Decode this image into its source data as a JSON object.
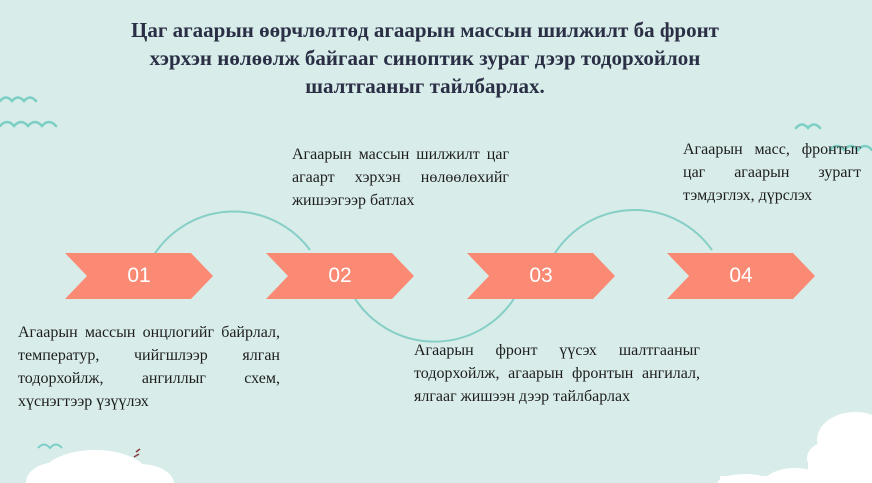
{
  "slide": {
    "title_lines": [
      "Цаг агаарын өөрчлөлтөд агаарын массын шилжилт ба  фронт",
      "хэрхэн нөлөөлж байгааг синоптик зураг дээр тодорхойлон",
      "шалтгааныг  тайлбарлах."
    ],
    "steps": [
      {
        "number": "01",
        "text": "Агаарын массын онцлогийг байрлал, температур, чийгшлээр ялган тодорхойлж, ангиллыг схем, хүснэгтээр үзүүлэх"
      },
      {
        "number": "02",
        "text": "Агаарын массын шилжилт цаг агаарт хэрхэн нөлөөлөхийг жишээгээр батлах"
      },
      {
        "number": "03",
        "text": "Агаарын фронт үүсэх шалтгааныг тодорхойлж, агаарын фронтын ангилал, ялгааг жишээн дээр тайлбарлах"
      },
      {
        "number": "04",
        "text": "Агаарын масс, фронтыг цаг агаарын зурагт тэмдэглэх, дүрслэх"
      }
    ]
  },
  "colors": {
    "background": "#d8ecea",
    "chevron": "#fb8a74",
    "connector": "#86cfc6",
    "title": "#2a2f45"
  }
}
